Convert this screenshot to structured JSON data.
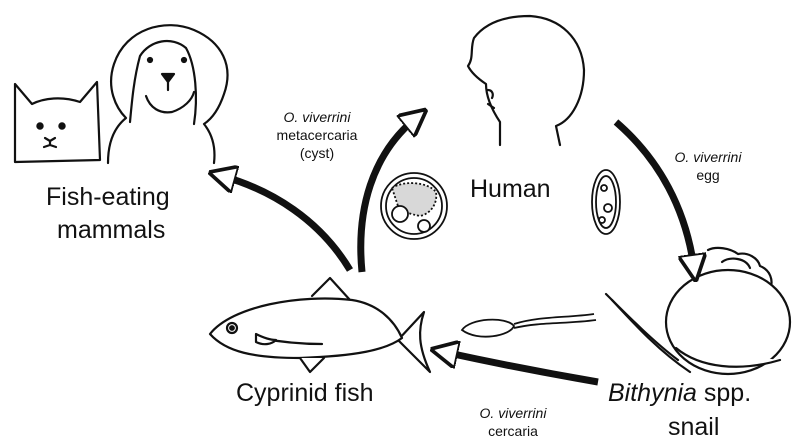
{
  "nodes": {
    "human": "Human",
    "mammals_line1": "Fish-eating",
    "mammals_line2": "mammals",
    "fish": "Cyprinid fish",
    "snail_genus": "Bithynia",
    "snail_suffix": " spp.",
    "snail_line2": "snail"
  },
  "stages": {
    "egg_species": "O. viverrini",
    "egg_name": "egg",
    "metacercaria_species": "O. viverrini",
    "metacercaria_name": "metacercaria",
    "metacercaria_note": "(cyst)",
    "cercaria_species": "O. viverrini",
    "cercaria_name": "cercaria"
  },
  "colors": {
    "line": "#111111",
    "fill": "#ffffff"
  }
}
